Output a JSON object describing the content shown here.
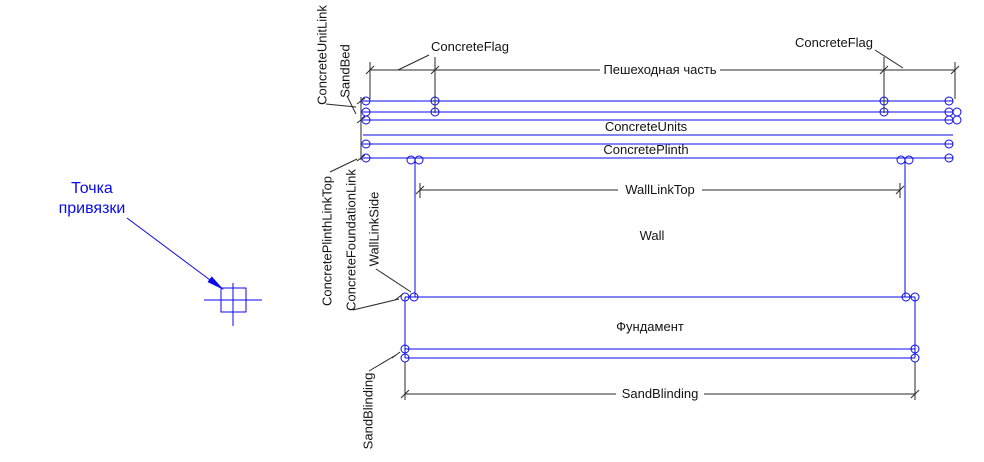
{
  "colors": {
    "structure_blue": "#0a0ae8",
    "dimension_black": "#2a2a2a",
    "background": "#ffffff"
  },
  "anchor_annotation": {
    "line1": "Точка",
    "line2": "привязки"
  },
  "labels": {
    "concrete_unit_link": "ConcreteUnitLink",
    "sand_bed": "SandBed",
    "concrete_flag_left": "ConcreteFlag",
    "pedestrian_part": "Пешеходная часть",
    "concrete_flag_right": "ConcreteFlag",
    "concrete_units": "ConcreteUnits",
    "concrete_plinth": "ConcretePlinth",
    "concrete_plinth_link_top": "ConcretePlinthLinkTop",
    "concrete_foundation_link": "ConcreteFoundationLink",
    "wall_link_side": "WallLinkSide",
    "wall_link_top": "WallLinkTop",
    "wall": "Wall",
    "foundation": "Фундамент",
    "sand_blinding_left": "SandBlinding",
    "sand_blinding_bottom": "SandBlinding"
  }
}
